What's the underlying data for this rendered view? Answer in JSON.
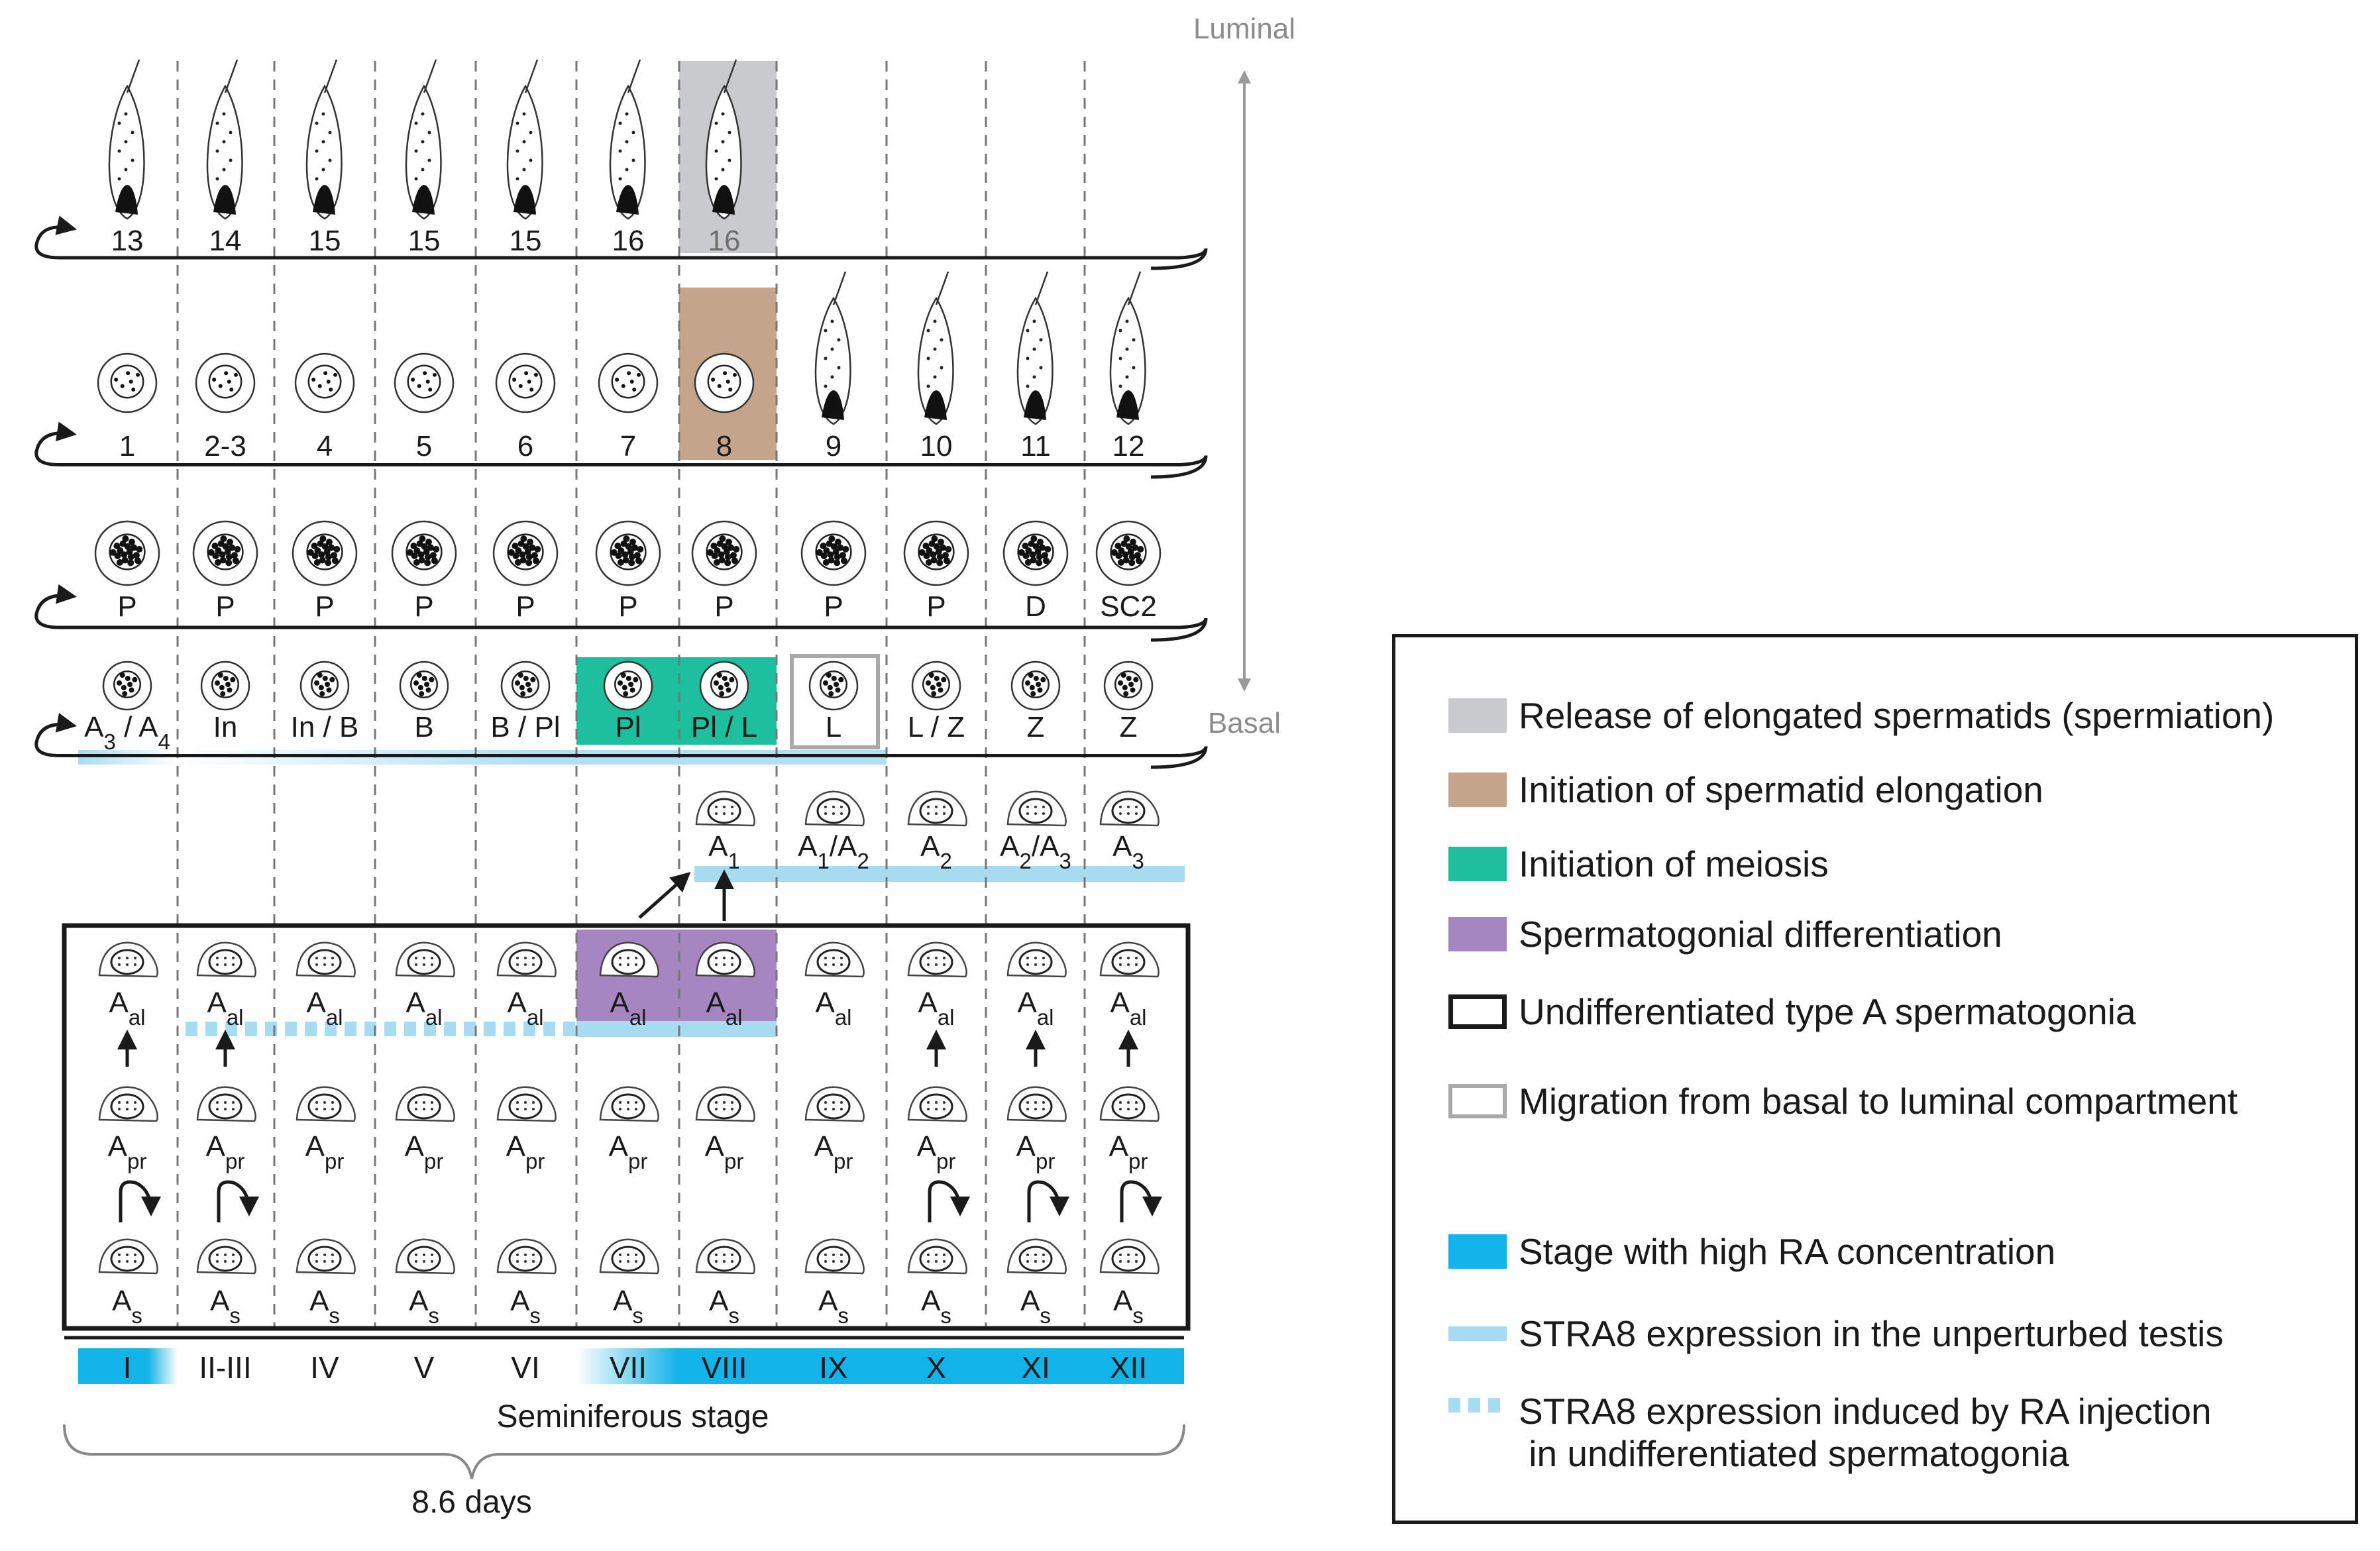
{
  "axis": {
    "top_label": "Luminal",
    "bottom_label": "Basal"
  },
  "row_spermatids_late": [
    "13",
    "14",
    "15",
    "15",
    "15",
    "16",
    "16"
  ],
  "row_spermatids_early": [
    "1",
    "2-3",
    "4",
    "5",
    "6",
    "7",
    "8",
    "9",
    "10",
    "11",
    "12"
  ],
  "row_spermatocytes": [
    "P",
    "P",
    "P",
    "P",
    "P",
    "P",
    "P",
    "P",
    "P",
    "D",
    "SC2"
  ],
  "row_prophase": [
    {
      "base": "A",
      "sub": "3",
      "mid": " / A",
      "sub2": "4"
    },
    {
      "base": "In"
    },
    {
      "base": "In / B"
    },
    {
      "base": "B"
    },
    {
      "base": "B / Pl"
    },
    {
      "base": "Pl"
    },
    {
      "base": "Pl / L"
    },
    {
      "base": "L"
    },
    {
      "base": "L / Z"
    },
    {
      "base": "Z"
    },
    {
      "base": "Z"
    }
  ],
  "row_differentiating": [
    {
      "base": "A",
      "sub": "1"
    },
    {
      "base": "A",
      "sub": "1",
      "mid": "/A",
      "sub2": "2"
    },
    {
      "base": "A",
      "sub": "2"
    },
    {
      "base": "A",
      "sub": "2",
      "mid": "/A",
      "sub2": "3"
    },
    {
      "base": "A",
      "sub": "3"
    }
  ],
  "undiff_labels": {
    "aligned": {
      "base": "A",
      "sub": "al"
    },
    "paired": {
      "base": "A",
      "sub": "pr"
    },
    "single": {
      "base": "A",
      "sub": "s"
    }
  },
  "stages": [
    "I",
    "II-III",
    "IV",
    "V",
    "VI",
    "VII",
    "VIII",
    "IX",
    "X",
    "XI",
    "XII"
  ],
  "stage_axis_label": "Seminiferous stage",
  "duration_label": "8.6 days",
  "colors": {
    "spermiation": "#c9cacc",
    "elongation": "#c4a48a",
    "meiosis": "#1dbf9c",
    "differentiation": "#a586c0",
    "high_ra": "#12b3e8",
    "stra8": "#a8dcf2",
    "axis_arrow": "#9a9a9a",
    "undiff_border": "#1a1a1a",
    "migration_border": "#a9a9a9"
  },
  "legend": [
    {
      "label": "Release of elongated spermatids (spermiation)",
      "swatch": "fill",
      "color": "#c9cacc"
    },
    {
      "label": "Initiation of spermatid elongation",
      "swatch": "fill",
      "color": "#c4a48a"
    },
    {
      "label": "Initiation of meiosis",
      "swatch": "fill",
      "color": "#1dbf9c"
    },
    {
      "label": "Spermatogonial differentiation",
      "swatch": "fill",
      "color": "#a586c0"
    },
    {
      "label": "Undifferentiated type A spermatogonia",
      "swatch": "outline-black",
      "color": "#1a1a1a"
    },
    {
      "label": "Migration from basal to luminal compartment",
      "swatch": "outline-gray",
      "color": "#a9a9a9"
    },
    {
      "label": "Stage with high RA concentration",
      "swatch": "fill",
      "color": "#12b3e8"
    },
    {
      "label": "STRA8 expression in the unperturbed testis",
      "swatch": "stripe",
      "color": "#a8dcf2"
    },
    {
      "label": "STRA8 expression induced by RA injection\n in undifferentiated spermatogonia",
      "swatch": "dashed",
      "color": "#a8dcf2"
    }
  ]
}
